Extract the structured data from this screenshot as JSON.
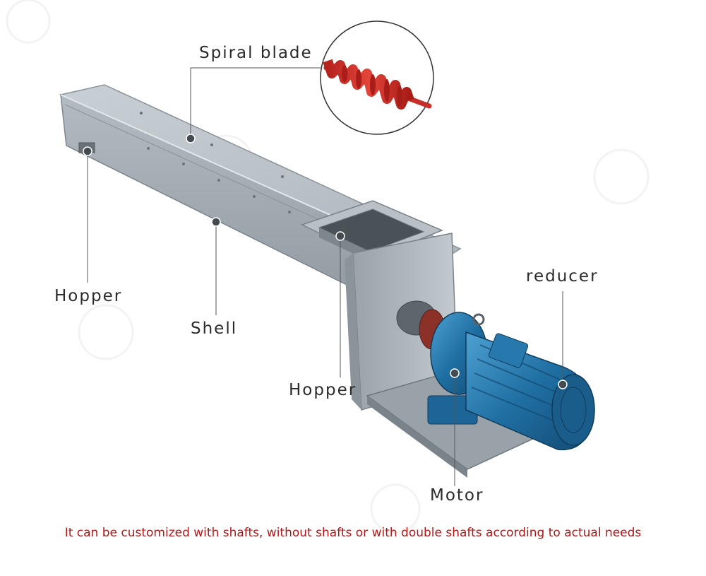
{
  "labels": {
    "spiral_blade": "Spiral blade",
    "hopper_left": "Hopper",
    "shell": "Shell",
    "hopper_center": "Hopper",
    "reducer": "reducer",
    "motor": "Motor"
  },
  "caption": "It can be customized with shafts, without shafts or with double shafts according to actual needs",
  "colors": {
    "steel": "#a9b1b8",
    "motor_blue": "#1f6fa3",
    "blade_red": "#d8332c",
    "caption_red": "#b01818",
    "label_text": "#2b2b2b"
  }
}
